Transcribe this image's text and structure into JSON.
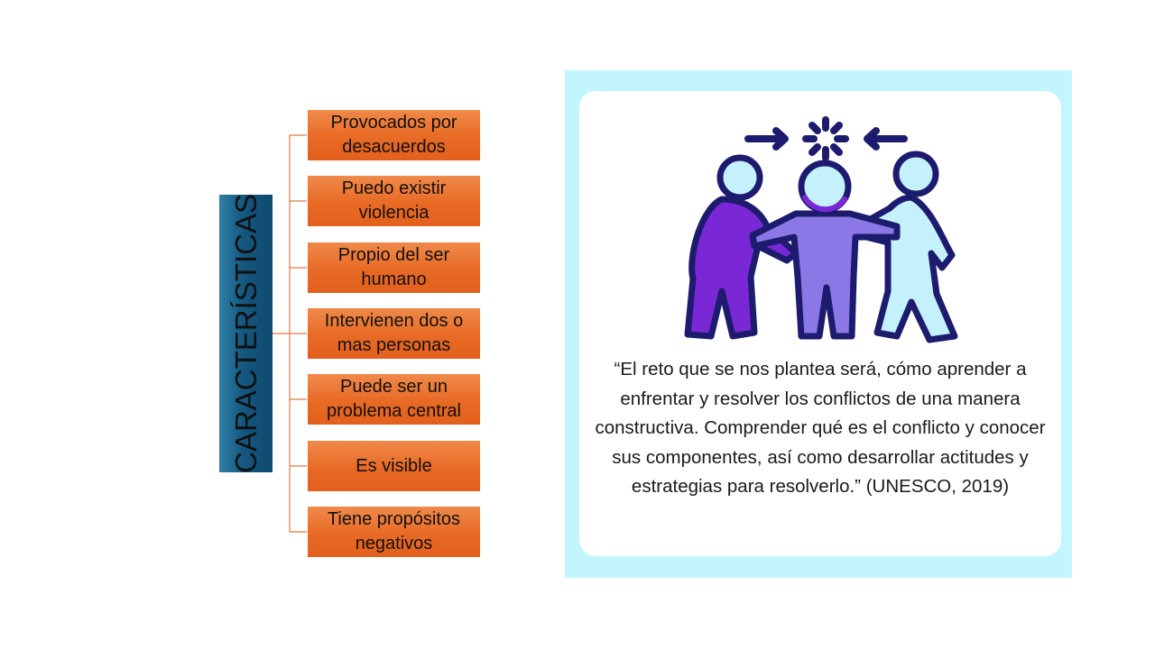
{
  "diagram": {
    "title": "CARACTERÍSTICAS",
    "items": [
      {
        "label": "Provocados por desacuerdos"
      },
      {
        "label": "Puedo existir violencia"
      },
      {
        "label": "Propio del ser humano"
      },
      {
        "label": "Intervienen dos o mas personas"
      },
      {
        "label": "Puede ser un problema central"
      },
      {
        "label": "Es visible"
      },
      {
        "label": "Tiene propósitos negativos"
      }
    ],
    "colors": {
      "title_bg": "#14577f",
      "item_bg": "#e86a25",
      "connector": "#e07a45"
    }
  },
  "quote": {
    "text": "“El reto que se nos plantea será, cómo aprender a enfrentar y resolver los conflictos de una manera constructiva. Comprender qué es el conflicto y conocer sus componentes, así como desarrollar actitudes y estrategias para resolverlo.” (UNESCO, 2019)",
    "illustration_icon": "conflict-mediation-icon",
    "colors": {
      "panel_bg": "#c2f6fc",
      "card_bg": "#ffffff",
      "outline": "#1d1b6e",
      "purple": "#7a28d6",
      "lavender": "#8b78e6",
      "light_blue": "#c4f1fb"
    }
  }
}
